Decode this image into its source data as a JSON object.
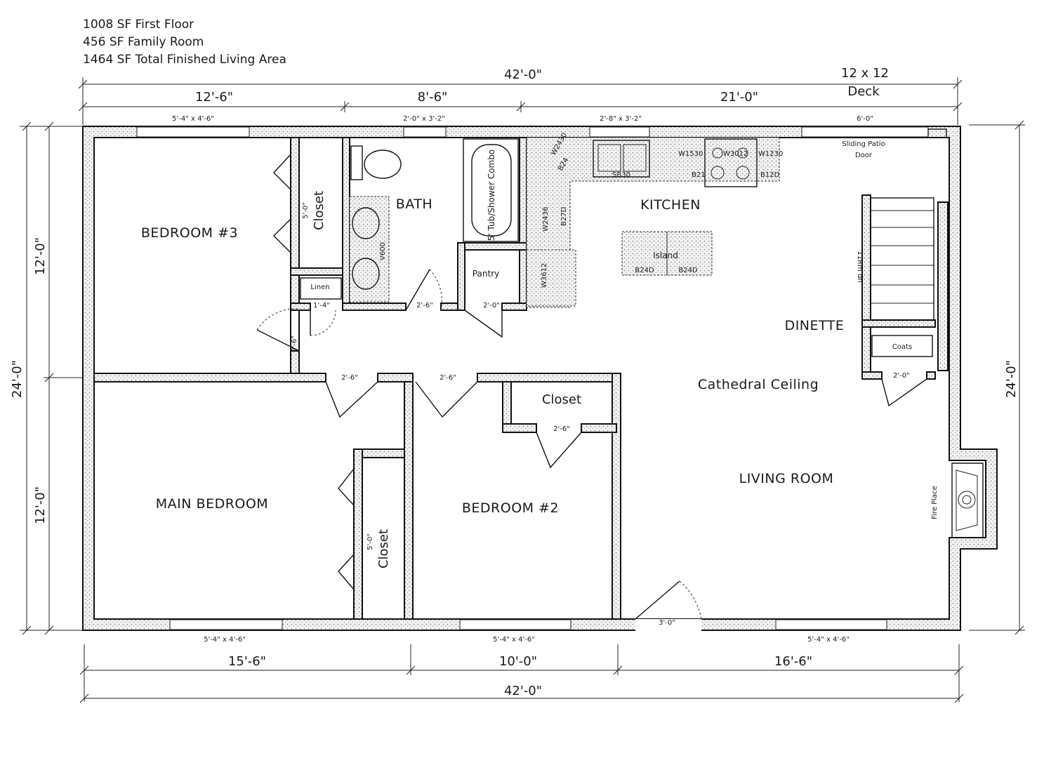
{
  "summary": {
    "line1": "1008 SF First Floor",
    "line2": "456 SF Family Room",
    "line3": "1464 SF Total Finished Living Area"
  },
  "deck": {
    "size": "12 x 12",
    "label": "Deck"
  },
  "dimensions": {
    "top_overall": "42'-0\"",
    "top_segments": [
      "12'-6\"",
      "8'-6\"",
      "21'-0\""
    ],
    "bottom_overall": "42'-0\"",
    "bottom_segments": [
      "15'-6\"",
      "10'-0\"",
      "16'-6\""
    ],
    "left_overall": "24'-0\"",
    "left_segments": [
      "12'-0\"",
      "12'-0\""
    ],
    "right_overall": "24'-0\""
  },
  "windows": {
    "top": [
      "5'-4\" x 4'-6\"",
      "2'-0\" x 3'-2\"",
      "2'-8\" x 3'-2\"",
      "6'-0\""
    ],
    "bottom": [
      "5'-4\" x 4'-6\"",
      "5'-4\" x 4'-6\"",
      "5'-4\" x 4'-6\""
    ]
  },
  "rooms": {
    "bedroom3": "BEDROOM #3",
    "bath": "BATH",
    "kitchen": "KITCHEN",
    "dinette": "DINETTE",
    "cathedral": "Cathedral Ceiling",
    "main_bedroom": "MAIN BEDROOM",
    "bedroom2": "BEDROOM #2",
    "living_room": "LIVING ROOM"
  },
  "fixtures": {
    "closet": "Closet",
    "closet_size": "5'-0\"",
    "linen": "Linen",
    "pantry": "Pantry",
    "tub": "5' Tub/Shower Combo",
    "vanity": "V600",
    "island": "Island",
    "island_cab_a": "B24D",
    "island_cab_b": "B24D",
    "sliding_door": "Sliding Patio",
    "sliding_door2": "Door",
    "coats": "Coats",
    "fireplace": "Fire Place",
    "stairs": "11Rm dn",
    "cabinets": {
      "w1530": "W1530",
      "w3012": "W3012",
      "w1230": "W1230",
      "b12d": "B12D",
      "b21": "B21",
      "sb30": "SB30",
      "w2436": "W2436",
      "b27d": "B27D",
      "w3612": "W3612",
      "w2430": "W2430",
      "b24": "B24"
    }
  },
  "doors": {
    "linen": "1'-4\"",
    "bath": "2'-6\"",
    "pantry": "2'-0\"",
    "bed3": "2'-6\"",
    "hall_left": "2'-6\"",
    "hall_right": "2'-6\"",
    "closet2": "2'-6\"",
    "coats": "2'-0\"",
    "front": "3'-0\""
  }
}
